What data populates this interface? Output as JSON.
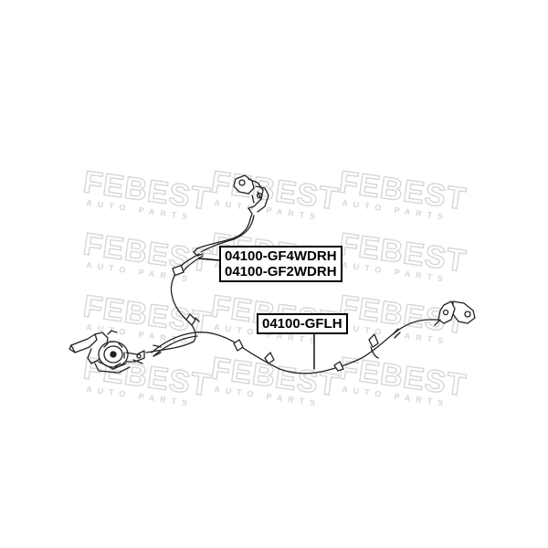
{
  "watermark": {
    "brand": "FEBEST",
    "tagline": "AUTO PARTS",
    "color": "#d7d7d7"
  },
  "labels": {
    "group_right_cables": [
      "04100-GF4WDRH",
      "04100-GF2WDRH"
    ],
    "left_cable": "04100-GFLH"
  },
  "colors": {
    "line": "#222222",
    "label_border": "#000000"
  },
  "parts": {
    "handbrake_lever": "handbrake-lever",
    "front_bracket": "caliper-bracket",
    "rear_bracket": "caliper-bracket"
  }
}
